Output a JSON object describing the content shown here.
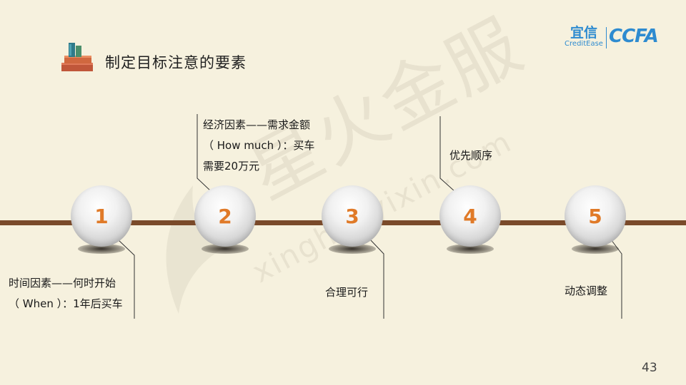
{
  "title": "制定目标注意的要素",
  "logo": {
    "brand_cn": "宜信",
    "brand_en": "CreditEase",
    "brand2": "CCFA"
  },
  "watermark": {
    "cn": "星火金服",
    "en": "xinghuoyixin.com"
  },
  "steps": [
    {
      "num": "1",
      "lines": [
        "时间因素——何时开始",
        "（ When ）：1年后买车"
      ]
    },
    {
      "num": "2",
      "lines": [
        "经济因素——需求金额",
        "（ How much ）：买车",
        "需要20万元"
      ]
    },
    {
      "num": "3",
      "lines": [
        "合理可行"
      ]
    },
    {
      "num": "4",
      "lines": [
        "优先顺序"
      ]
    },
    {
      "num": "5",
      "lines": [
        "动态调整"
      ]
    }
  ],
  "page_number": "43",
  "colors": {
    "background": "#f6f1de",
    "timeline": "#7a4a2a",
    "number": "#e07a28",
    "logo": "#2e8bd0"
  }
}
